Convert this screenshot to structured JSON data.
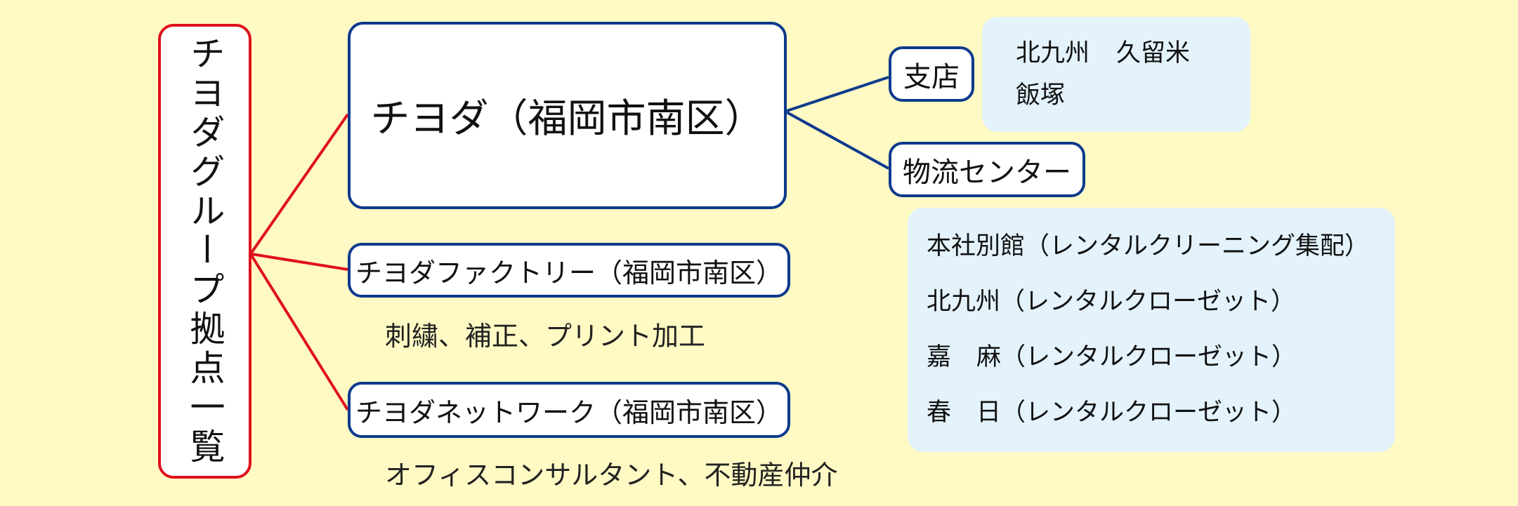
{
  "group_title": "チヨダグループ拠点一覧",
  "main_company": "チヨダ（福岡市南区）",
  "factory": {
    "name": "チヨダファクトリー（福岡市南区）",
    "description": "刺繍、補正、プリント加工"
  },
  "network": {
    "name": "チヨダネットワーク（福岡市南区）",
    "description": "オフィスコンサルタント、不動産仲介"
  },
  "branch": {
    "label": "支店",
    "locations": {
      "kitakyushu": "北九州",
      "kurume": "久留米",
      "iizuka": "飯塚"
    }
  },
  "logistics_center": {
    "label": "物流センター",
    "sites": [
      {
        "name": "本社別館",
        "detail": "（レンタルクリーニング集配）"
      },
      {
        "name": "北九州",
        "detail": "（レンタルクローゼット）"
      },
      {
        "name": "嘉麻",
        "detail": "（レンタルクローゼット）"
      },
      {
        "name": "春日",
        "detail": "（レンタルクローゼット）"
      }
    ]
  },
  "colors": {
    "background": "#fff9c4",
    "red_line": "#e0101d",
    "blue_line": "#0d3a8c",
    "info_bg": "#e3f2fb"
  }
}
